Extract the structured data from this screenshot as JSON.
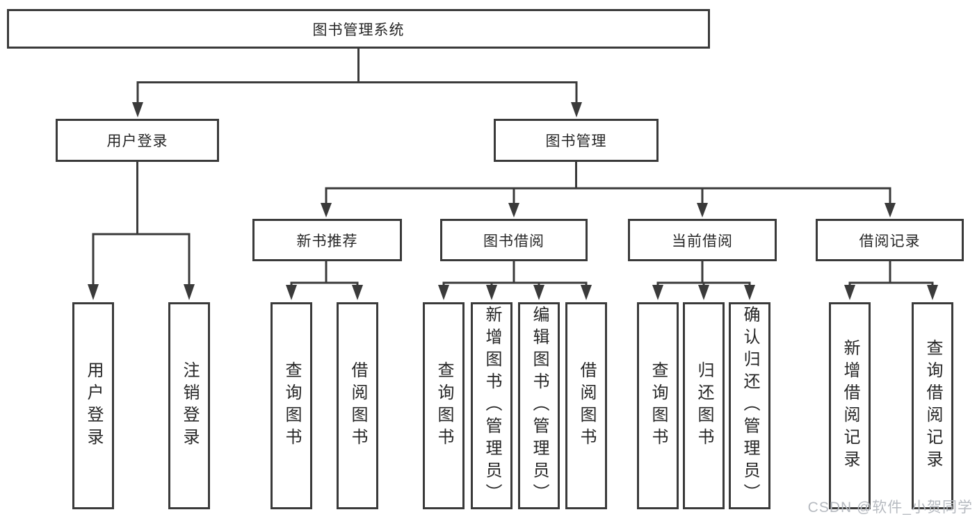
{
  "tree": {
    "label": "图书管理系统",
    "children": [
      {
        "label": "用户登录",
        "children": [
          {
            "label": "用户登录"
          },
          {
            "label": "注销登录"
          }
        ]
      },
      {
        "label": "图书管理",
        "children": [
          {
            "label": "新书推荐",
            "children": [
              {
                "label": "查询图书"
              },
              {
                "label": "借阅图书"
              }
            ]
          },
          {
            "label": "图书借阅",
            "children": [
              {
                "label": "查询图书"
              },
              {
                "label": "新增图书（管理员）"
              },
              {
                "label": "编辑图书（管理员）"
              },
              {
                "label": "借阅图书"
              }
            ]
          },
          {
            "label": "当前借阅",
            "children": [
              {
                "label": "查询图书"
              },
              {
                "label": "归还图书"
              },
              {
                "label": "确认归还（管理员）"
              }
            ]
          },
          {
            "label": "借阅记录",
            "children": [
              {
                "label": "新增借阅记录"
              },
              {
                "label": "查询借阅记录"
              }
            ]
          }
        ]
      }
    ]
  },
  "watermark": "CSDN @软件_小贺同学",
  "colors": {
    "line": "#3a3a3a",
    "text": "#262626",
    "background": "#ffffff",
    "watermark": "#b6bac0"
  }
}
